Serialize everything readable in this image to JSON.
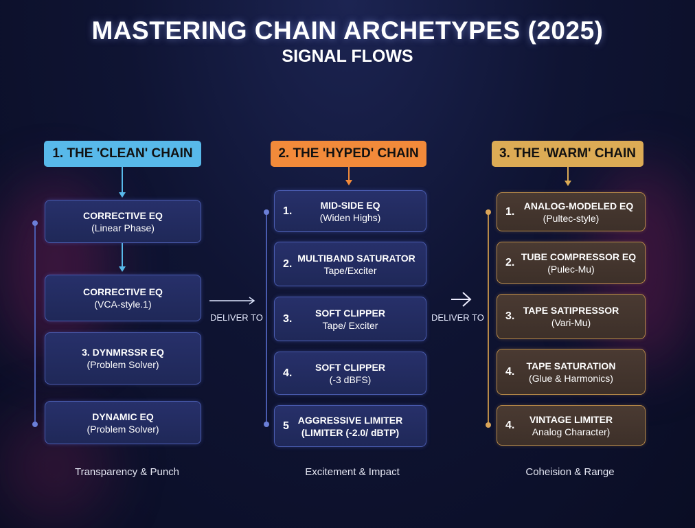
{
  "title": "MASTERING CHAIN ARCHETYPES (2025)",
  "subtitle": "SIGNAL FLOWS",
  "colors": {
    "clean": "#58b9ea",
    "hyped": "#f28a3a",
    "warm": "#dcab55"
  },
  "deliver_label": "DELIVER TO",
  "chains": [
    {
      "header": "1. THE 'CLEAN' CHAIN",
      "footer": "Transparency & Punch",
      "steps": [
        {
          "num": "",
          "title": "CORRECTIVE EQ",
          "sub": "(Linear Phase)"
        },
        {
          "num": "",
          "title": "CORRECTIVE EQ",
          "sub": "(VCA-style.1)"
        },
        {
          "num": "",
          "title": "3. DYNMRSSR EQ",
          "sub": "(Problem Solver)"
        },
        {
          "num": "",
          "title": "DYNAMIC EQ",
          "sub": "(Problem Solver)"
        }
      ]
    },
    {
      "header": "2. THE 'HYPED' CHAIN",
      "footer": "Excitement & Impact",
      "steps": [
        {
          "num": "1.",
          "title": "MID-SIDE EQ",
          "sub": "(Widen Highs)"
        },
        {
          "num": "2.",
          "title": "MULTIBAND SATURATOR",
          "sub": "Tape/Exciter"
        },
        {
          "num": "3.",
          "title": "SOFT CLIPPER",
          "sub": "Tape/ Exciter"
        },
        {
          "num": "4.",
          "title": "SOFT CLIPPER",
          "sub": "(-3 dBFS)"
        },
        {
          "num": "5",
          "title": "AGGRESSIVE LIMITER",
          "sub": "(LIMITER (-2.0/ dBTP)"
        }
      ]
    },
    {
      "header": "3. THE 'WARM' CHAIN",
      "footer": "Coheision & Range",
      "steps": [
        {
          "num": "1.",
          "title": "ANALOG-MODELED EQ",
          "sub": "(Pultec-style)"
        },
        {
          "num": "2.",
          "title": "TUBE COMPRESSOR EQ",
          "sub": "(Pulec-Mu)"
        },
        {
          "num": "3.",
          "title": "TAPE SATIPRESSOR",
          "sub": "(Vari-Mu)"
        },
        {
          "num": "4.",
          "title": "TAPE SATURATION",
          "sub": "(Glue & Harmonics)"
        },
        {
          "num": "4.",
          "title": "VINTAGE LIMITER",
          "sub": "Analog Character)"
        }
      ]
    }
  ]
}
